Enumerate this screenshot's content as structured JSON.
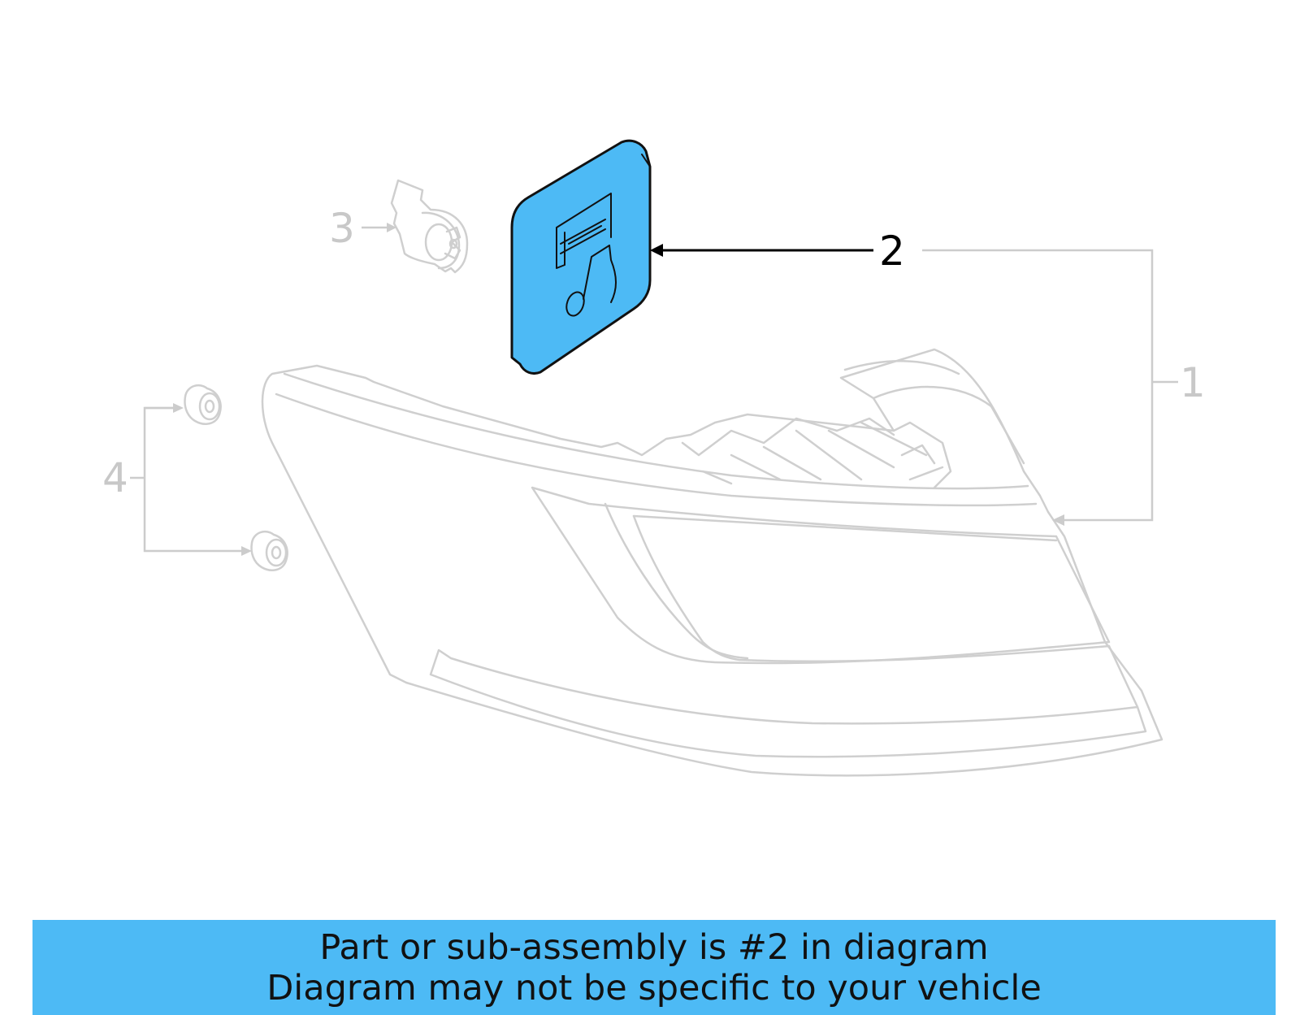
{
  "callouts": {
    "part_1": "1",
    "part_2": "2",
    "part_3": "3",
    "part_4": "4"
  },
  "highlighted_part": "2",
  "colors": {
    "highlight": "#4dbaf5",
    "ghost_lines": "#cfcfcf",
    "banner": "#4dbaf5"
  },
  "caption": {
    "line1": "Part or sub-assembly is #2 in diagram",
    "line2": "Diagram may not be specific to your vehicle"
  }
}
